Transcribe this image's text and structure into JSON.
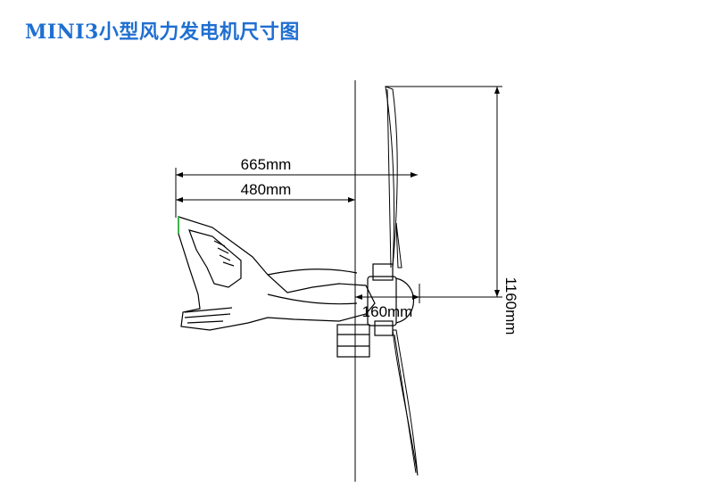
{
  "title": "MINI3小型风力发电机尺寸图",
  "colors": {
    "title": "#1f6fd1",
    "lines": "#000000",
    "tail_accent": "#3cb44b"
  },
  "dimensions": {
    "overall_length": "665mm",
    "tail_length": "480mm",
    "rotor_diameter": "1160mm",
    "depth": "160mm"
  }
}
